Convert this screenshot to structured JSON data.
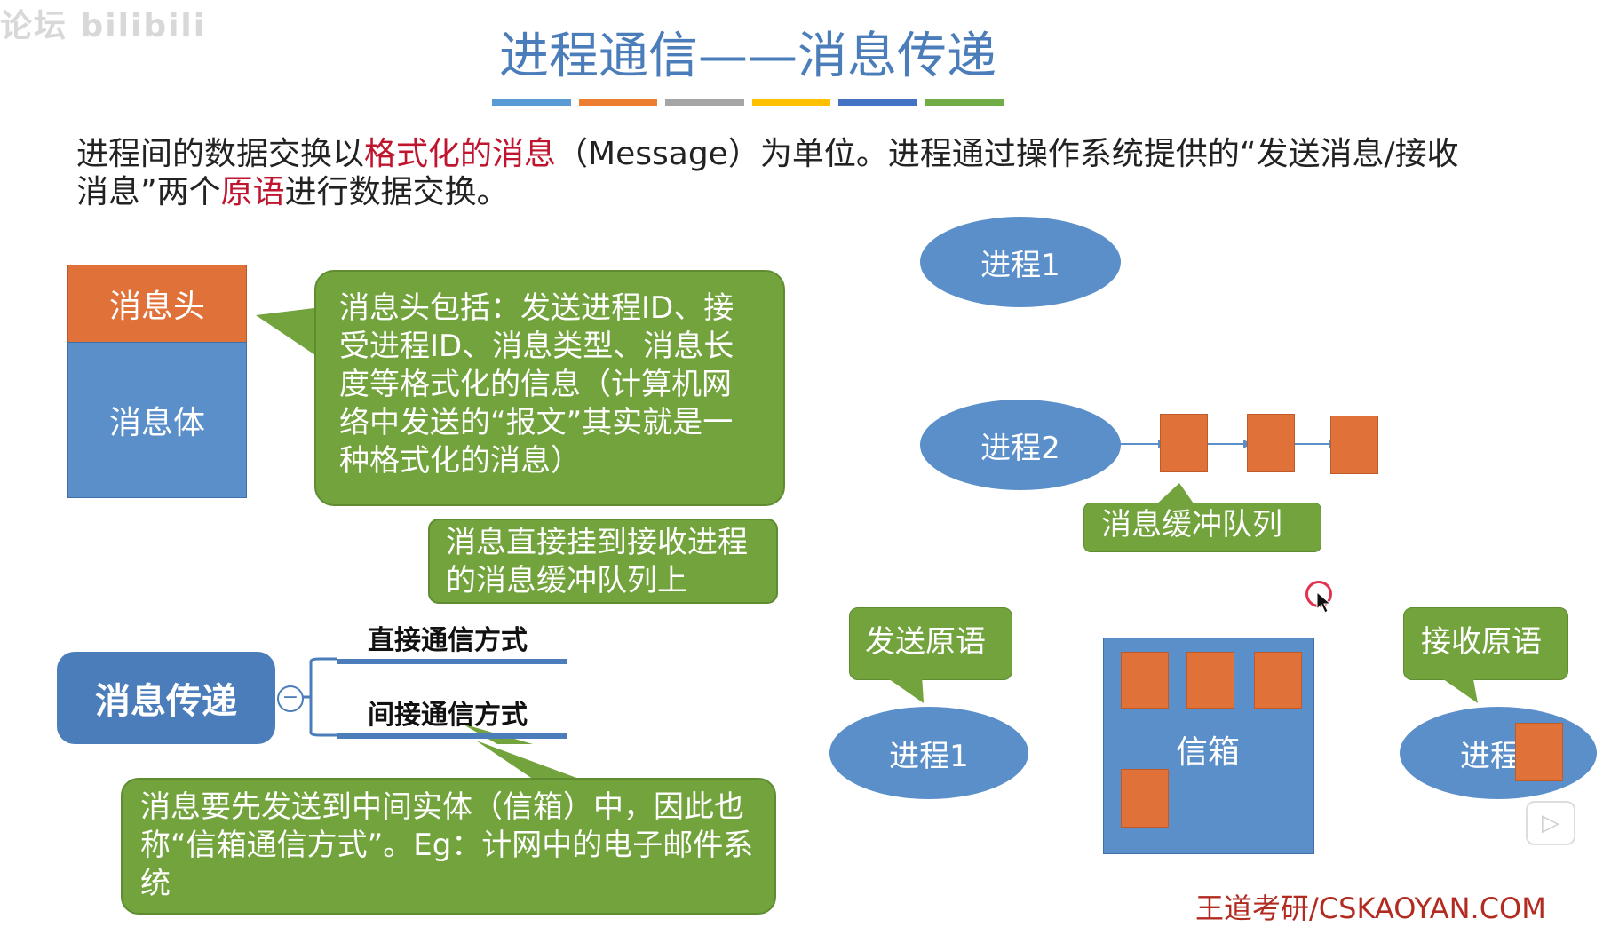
{
  "watermark": "论坛 bilibili",
  "title": "进程通信——消息传递",
  "title_bar_colors": [
    "#5b9bd5",
    "#ed7d31",
    "#a5a5a5",
    "#ffc000",
    "#4472c4",
    "#70ad47"
  ],
  "intro": {
    "p1": "进程间的数据交换以",
    "p1_red": "格式化的消息",
    "p2": "（Message）为单位。进程通过操作系统提供的“发送消息/接收消息”两个",
    "p2_red": "原语",
    "p3": "进行数据交换。"
  },
  "message_box": {
    "header": "消息头",
    "body": "消息体"
  },
  "callout_header": "消息头包括：发送进程ID、接受进程ID、消息类型、消息长度等格式化的信息（计算机网络中发送的“报文”其实就是一种格式化的消息）",
  "callout_direct": "消息直接挂到接收进程的消息缓冲队列上",
  "mindmap": {
    "root": "消息传递",
    "collapse_symbol": "−",
    "branches": [
      "直接通信方式",
      "间接通信方式"
    ]
  },
  "callout_indirect": "消息要先发送到中间实体（信箱）中，因此也称“信箱通信方式”。Eg：计网中的电子邮件系统",
  "right_diagram": {
    "process1_top": "进程1",
    "process2": "进程2",
    "queue_label": "消息缓冲队列",
    "send_primitive": "发送原语",
    "receive_primitive": "接收原语",
    "process1_bottom": "进程1",
    "mailbox": "信箱",
    "process_right": "进程"
  },
  "footer": "王道考研/CSKAOYAN.COM",
  "play_icon": "▷"
}
